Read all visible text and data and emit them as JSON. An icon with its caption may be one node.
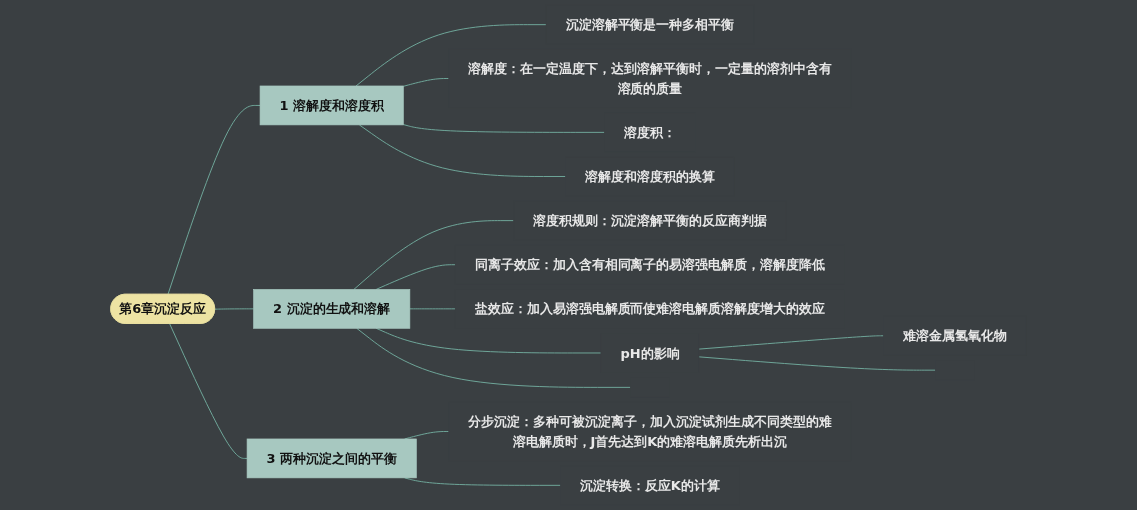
{
  "diagram": {
    "nodes": [
      {
        "text": [
          "第6章沉淀反应"
        ]
      },
      {
        "text": [
          "1",
          "溶解度和溶度积"
        ]
      },
      {
        "text": [
          "沉淀溶解平衡是一种多相平衡"
        ]
      },
      {
        "text": [
          "溶解度：在一定温度下，达到溶解平衡时，一定量的溶剂中含有溶质的质量"
        ]
      },
      {
        "text": [
          "溶度积："
        ]
      },
      {
        "text": [
          "溶解度和溶度积的换算"
        ]
      },
      {
        "text": [
          "2",
          "沉淀的生成和溶解"
        ]
      },
      {
        "text": [
          "溶度积规则：沉淀溶解平衡的反应商判据"
        ]
      },
      {
        "text": [
          "同离子效应：加入含有相同离子的易溶强电解质，溶解度降低"
        ]
      },
      {
        "text": [
          "盐效应：加入易溶强电解质而使难溶电解质溶解度增大的效应"
        ]
      },
      {
        "text": [
          "pH的影响"
        ]
      },
      {
        "text": [
          "难溶金属氢氧化物"
        ]
      },
      {
        "text": [
          "3",
          "两种沉淀之间的平衡"
        ]
      },
      {
        "text": [
          "分步沉淀：多种可被沉淀离子，加入沉淀试剂生成不同类型的难溶电解质时，J首先达到K的难溶电解质先析出沉"
        ]
      },
      {
        "text": [
          "沉淀转换：反应K的计算"
        ]
      }
    ],
    "edges": [
      {
        "from": 0,
        "to": 1,
        "arrow": "none"
      },
      {
        "from": 1,
        "to": 2,
        "arrow": "none"
      },
      {
        "from": 1,
        "to": 3,
        "arrow": "none"
      },
      {
        "from": 1,
        "to": 4,
        "arrow": "none"
      },
      {
        "from": 1,
        "to": 5,
        "arrow": "none"
      },
      {
        "from": 0,
        "to": 6,
        "arrow": "none"
      },
      {
        "from": 6,
        "to": 7,
        "arrow": "none"
      },
      {
        "from": 6,
        "to": 8,
        "arrow": "none"
      },
      {
        "from": 6,
        "to": 9,
        "arrow": "none"
      },
      {
        "from": 6,
        "to": 10,
        "arrow": "none"
      },
      {
        "from": 10,
        "to": 11,
        "arrow": "none"
      },
      {
        "from": 10,
        "to": null,
        "arrow": "none"
      },
      {
        "from": 6,
        "to": null,
        "arrow": "none"
      },
      {
        "from": 0,
        "to": 12,
        "arrow": "none"
      },
      {
        "from": 12,
        "to": 13,
        "arrow": "none"
      },
      {
        "from": 12,
        "to": 14,
        "arrow": "none"
      }
    ]
  }
}
